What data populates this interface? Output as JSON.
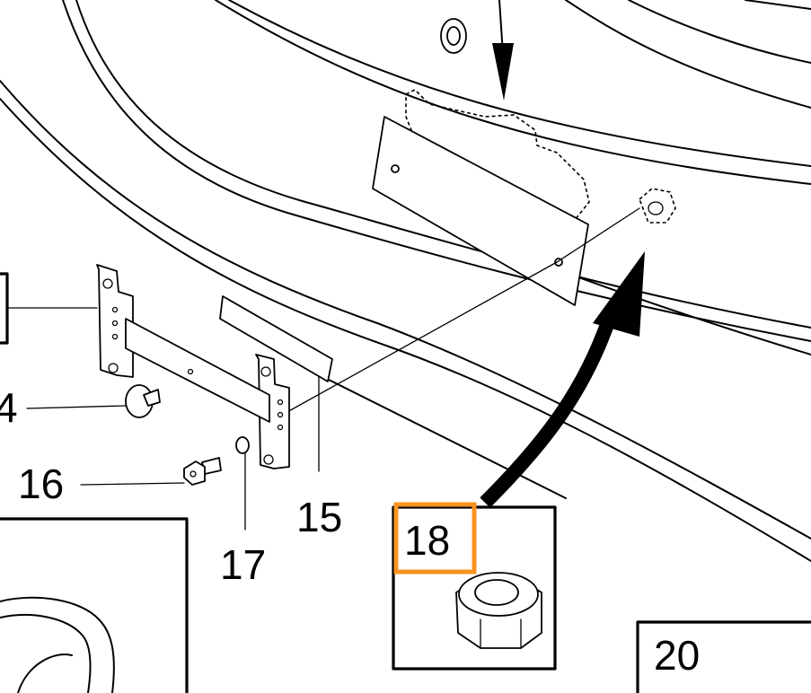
{
  "diagram": {
    "callouts": {
      "c14": "4",
      "c15": "15",
      "c16": "16",
      "c17": "17",
      "c18": "18",
      "c20": "20"
    },
    "highlight_color": "#f7931e",
    "highlighted_callout": "18"
  }
}
